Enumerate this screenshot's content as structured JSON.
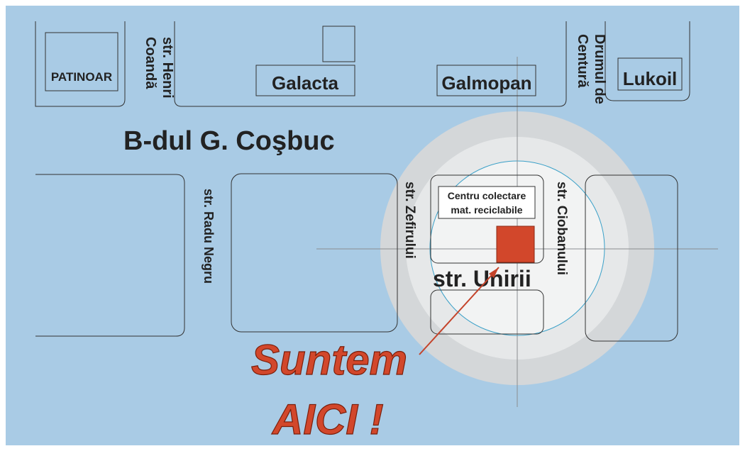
{
  "colors": {
    "water": "#a9cbe5",
    "ring_outer": "#d4d7d9",
    "ring_middle": "#e6e8e9",
    "ring_inner": "#f2f3f3",
    "marker": "#d2472b",
    "block_stroke": "#333333"
  },
  "places": {
    "patinoar": "PATINOAR",
    "galacta": "Galacta",
    "galmopan": "Galmopan",
    "lukoil": "Lukoil",
    "centru_line1": "Centru colectare",
    "centru_line2": "mat. reciclabile"
  },
  "streets": {
    "henri_line1": "str. Henri",
    "henri_line2": "Coandă",
    "drumul_line1": "Drumul de",
    "drumul_line2": "Centură",
    "cosbuc": "B-dul G. Coşbuc",
    "radu_negru": "str. Radu Negru",
    "zefirului": "str. Zefirului",
    "ciobanului": "str. Ciobanului",
    "unirii": "str. Unirii"
  },
  "callout": {
    "line1": "Suntem",
    "line2": "AICI !"
  }
}
